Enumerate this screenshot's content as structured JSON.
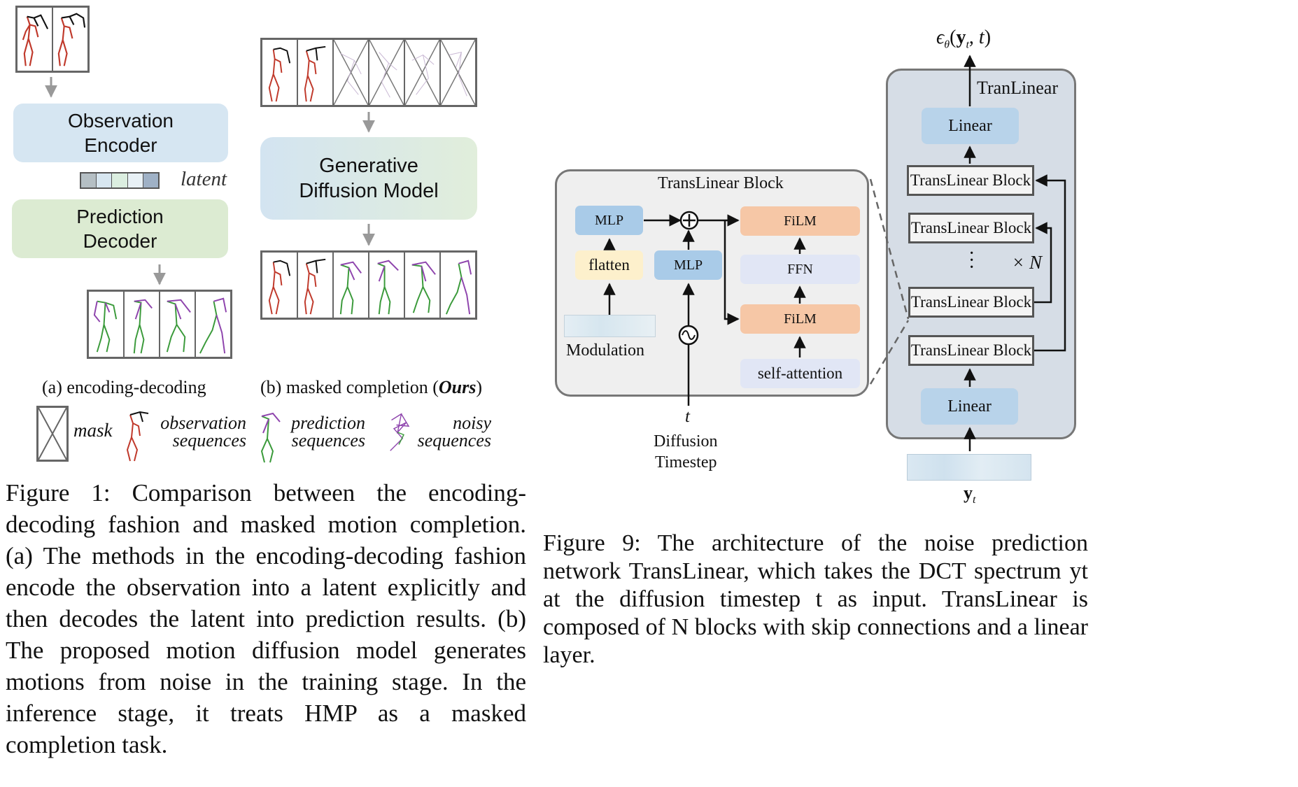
{
  "fig1": {
    "observation_encoder": "Observation Encoder",
    "latent_label": "latent",
    "prediction_decoder": "Prediction Decoder",
    "generative_model": "Generative Diffusion Model",
    "label_a": "(a) encoding-decoding",
    "label_b_prefix": "(b) masked completion (",
    "label_b_ours": "Ours",
    "label_b_suffix": ")",
    "legend": {
      "mask": "mask",
      "observation_line1": "observation",
      "observation_line2": "sequences",
      "prediction_line1": "prediction",
      "prediction_line2": "sequences",
      "noisy_line1": "noisy",
      "noisy_line2": "sequences"
    },
    "caption": "Figure 1:  Comparison between the encoding-decoding fashion and masked motion completion. (a) The methods in the encoding-decoding fashion encode the observation into a latent explicitly and then decodes the latent into prediction results. (b) The proposed motion diffusion model generates motions from noise in the training stage. In the inference stage, it treats HMP as a masked completion task."
  },
  "fig9": {
    "output_label": "ϵθ(yt, t)",
    "tranlinear_title": "TranLinear",
    "linear_top": "Linear",
    "linear_bottom": "Linear",
    "block_label": "TransLinear Block",
    "times_n": "× N",
    "input_label": "yt",
    "detail_title": "TransLinear Block",
    "mlp1": "MLP",
    "mlp2": "MLP",
    "flatten": "flatten",
    "modulation": "Modulation",
    "film_top": "FiLM",
    "ffn": "FFN",
    "film_bottom": "FiLM",
    "self_attention": "self-attention",
    "t_label": "t",
    "diffusion": "Diffusion",
    "timestep": "Timestep",
    "caption": "Figure 9: The architecture of the noise prediction network TransLinear, which takes the DCT spectrum yt at the diffusion timestep t as input. TransLinear is composed of N blocks with skip connections and a linear layer."
  },
  "colors": {
    "encoder_blue": "#d6e6f2",
    "decoder_green": "#dcebd2",
    "gen_grad_a": "#d3e4f1",
    "gen_grad_b": "#e1eedb",
    "mlp_blue": "#a9cbe8",
    "flatten_yellow": "#fdf0cc",
    "film_orange": "#f6c7a6",
    "ffn_lavender": "#e1e6f5",
    "tranlinear_panel": "#d6dde6",
    "red_limb": "#c0392b",
    "purple_limb": "#8e44ad",
    "green_limb": "#3a9a3a"
  }
}
